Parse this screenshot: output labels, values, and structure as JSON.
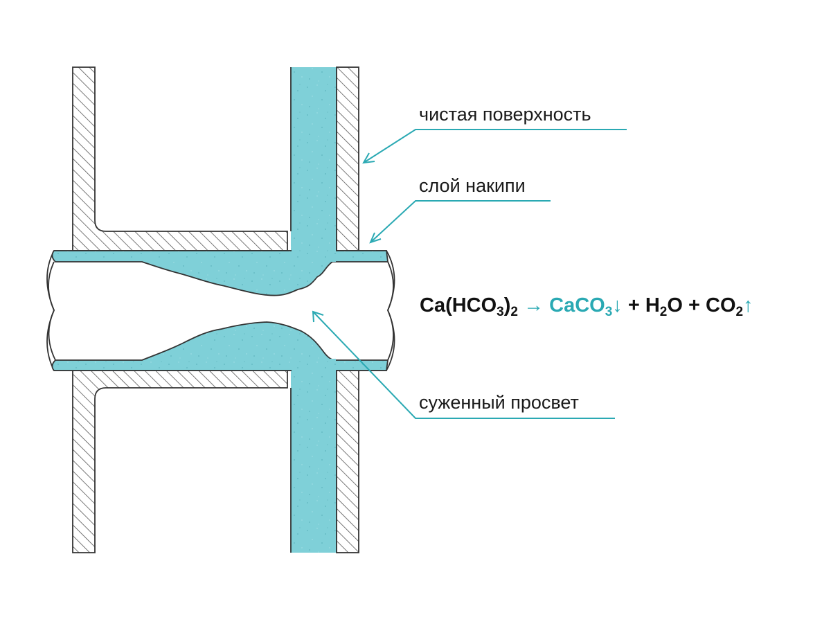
{
  "labels": {
    "clean_surface": "чистая поверхность",
    "scale_layer": "слой накипи",
    "narrowed_lumen": "суженный просвет"
  },
  "formula": {
    "reactant": "Ca(HCO",
    "reactant_sub1": "3",
    "reactant_close": ")",
    "reactant_sub2": "2",
    "arrow": "→",
    "precipitate": "CaCO",
    "precipitate_sub": "3",
    "down_arrow": "↓",
    "plus1": " + ",
    "water_h": "H",
    "water_sub": "2",
    "water_o": "O",
    "plus2": " + ",
    "co2": "CO",
    "co2_sub": "2",
    "up_arrow": "↑"
  },
  "colors": {
    "scale": "#7fd0d8",
    "accent": "#2aa9b3",
    "wall": "#444444",
    "text": "#1a1a1a"
  }
}
